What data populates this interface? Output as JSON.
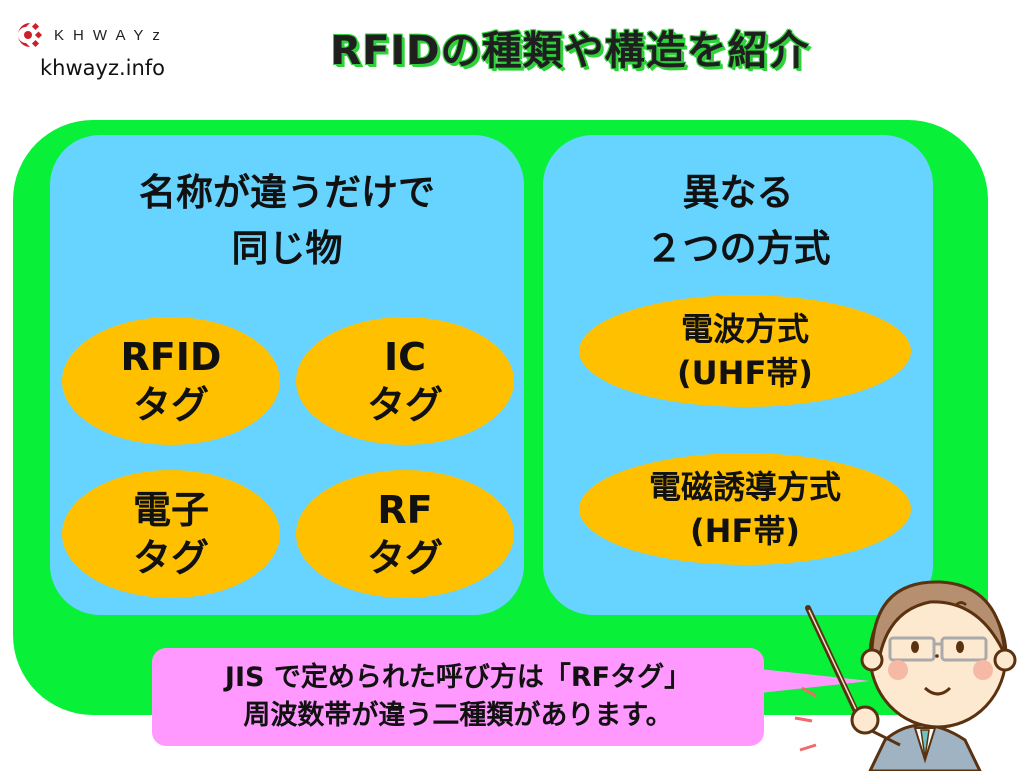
{
  "logo": {
    "brand": "KHWAYz",
    "url": "khwayz.info",
    "brand_color": "#cc1f2a"
  },
  "header": {
    "title": "RFIDの種類や構造を紹介"
  },
  "left_panel": {
    "heading_line1": "名称が違うだけで",
    "heading_line2": "同じ物",
    "ovals": [
      {
        "line1": "RFID",
        "line2": "タグ"
      },
      {
        "line1": "IC",
        "line2": "タグ"
      },
      {
        "line1": "電子",
        "line2": "タグ"
      },
      {
        "line1": "RF",
        "line2": "タグ"
      }
    ]
  },
  "right_panel": {
    "heading_line1": "異なる",
    "heading_line2": "２つの方式",
    "ovals": [
      {
        "line1": "電波方式",
        "line2": "(UHF帯)"
      },
      {
        "line1": "電磁誘導方式",
        "line2": "(HF帯)"
      }
    ]
  },
  "callout": {
    "line1": "JIS で定められた呼び方は「RFタグ」",
    "line2": "周波数帯が違う二種類があります。"
  },
  "colors": {
    "frame_green": "#08f038",
    "panel_blue": "#66d4ff",
    "oval_orange": "#ffc000",
    "callout_pink": "#ff99ff",
    "title_shadow_green": "#2fd23a"
  },
  "illustration": {
    "subject": "presenter-with-pointer"
  }
}
